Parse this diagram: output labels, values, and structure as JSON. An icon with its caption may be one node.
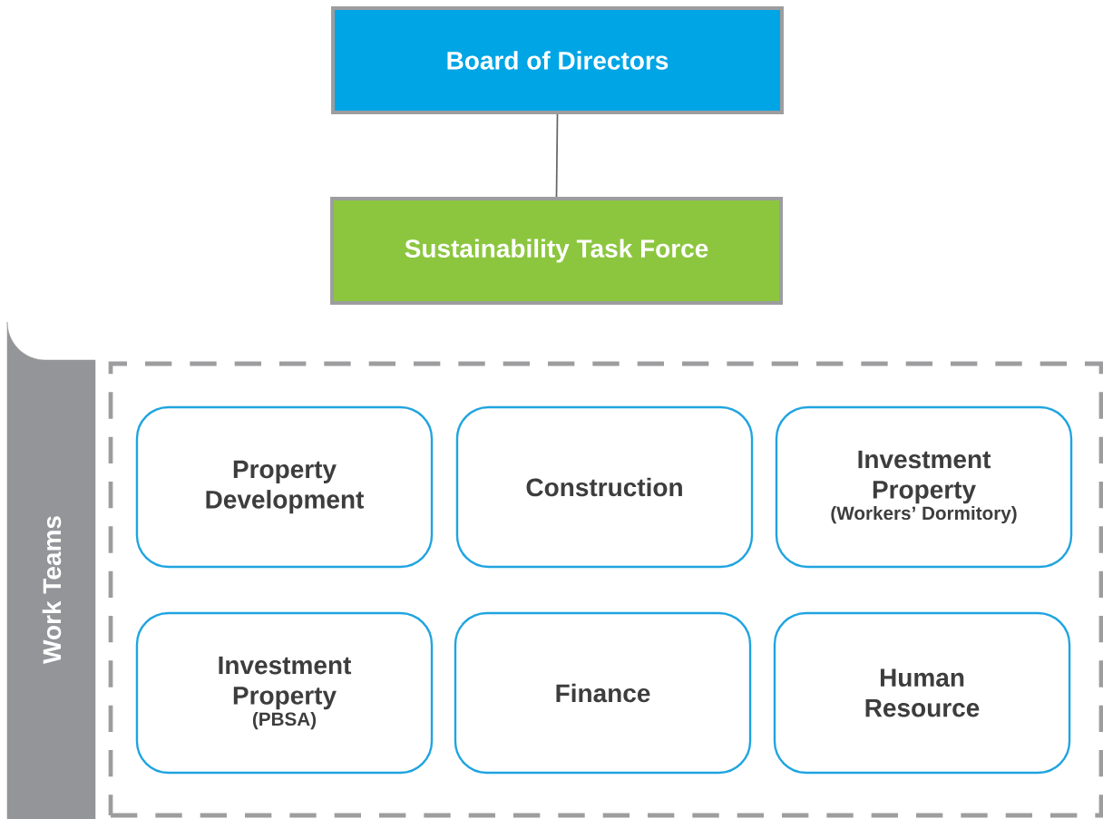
{
  "diagram": {
    "nodes": [
      {
        "text": [
          "Board of Directors"
        ]
      },
      {
        "text": [
          "Sustainability Task Force"
        ]
      },
      {
        "text": [
          "Work Teams"
        ]
      },
      {
        "text": [
          "Property Development"
        ],
        "in": 2
      },
      {
        "text": [
          "Construction"
        ],
        "in": 2
      },
      {
        "text": [
          "Investment Property",
          "(Workers’ Dormitory)"
        ],
        "in": 2
      },
      {
        "text": [
          "Investment Property",
          "(PBSA)"
        ],
        "in": 2
      },
      {
        "text": [
          "Finance"
        ],
        "in": 2
      },
      {
        "text": [
          "Human Resource"
        ],
        "in": 2
      }
    ],
    "edges": [
      {
        "from": 0,
        "to": 1,
        "arrow": "none"
      }
    ]
  }
}
